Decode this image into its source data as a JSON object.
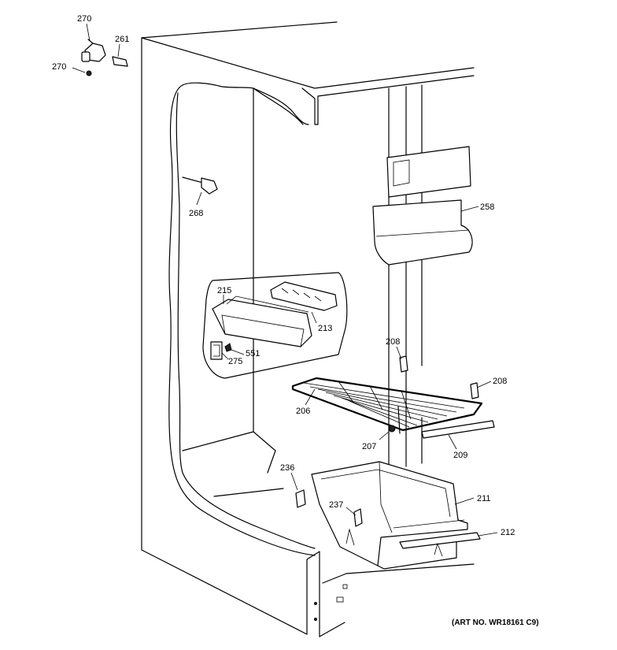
{
  "callouts": {
    "c270a": "270",
    "c261": "261",
    "c270b": "270",
    "c268": "268",
    "c258": "258",
    "c215": "215",
    "c213": "213",
    "c551": "551",
    "c275": "275",
    "c208a": "208",
    "c208b": "208",
    "c206": "206",
    "c207": "207",
    "c209": "209",
    "c236": "236",
    "c237": "237",
    "c211": "211",
    "c212": "212"
  },
  "art_number": "(ART NO. WR18161 C9)"
}
